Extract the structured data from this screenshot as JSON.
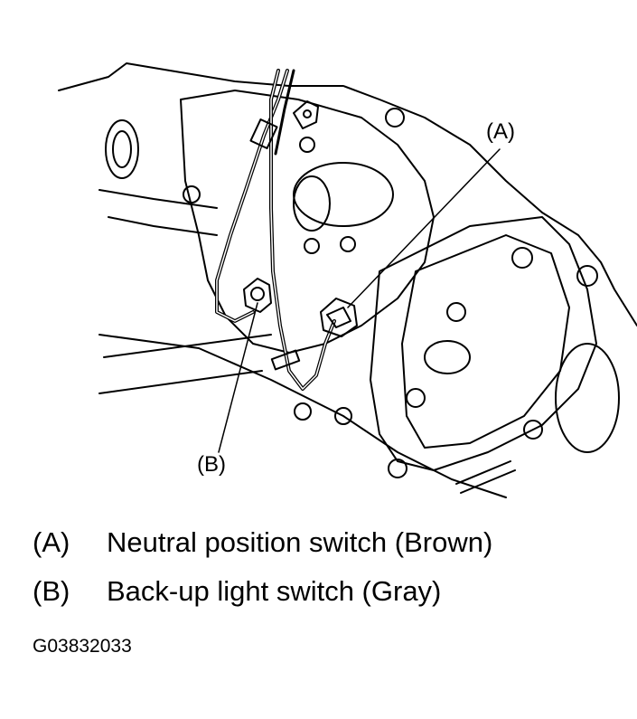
{
  "callouts": {
    "a": "(A)",
    "b": "(B)"
  },
  "legend": [
    {
      "key": "(A)",
      "text": "Neutral position switch (Brown)"
    },
    {
      "key": "(B)",
      "text": "Back-up light switch (Gray)"
    }
  ],
  "figure_id": "G03832033"
}
